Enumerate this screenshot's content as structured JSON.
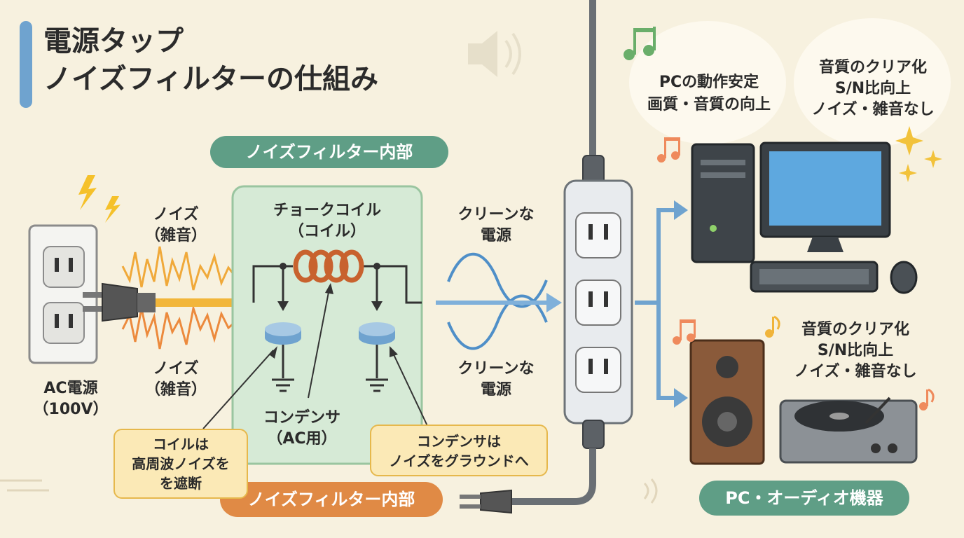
{
  "title_line1": "電源タップ",
  "title_line2": "ノイズフィルターの仕組み",
  "filter_header": "ノイズフィルター内部",
  "filter_footer": "ノイズフィルター内部",
  "noise_top_1": "ノイズ",
  "noise_top_2": "（雑音）",
  "noise_bottom_1": "ノイズ",
  "noise_bottom_2": "（雑音）",
  "ac_source_1": "AC電源",
  "ac_source_2": "（100V）",
  "choke_1": "チョークコイル",
  "choke_2": "（コイル）",
  "capacitor_1": "コンデンサ",
  "capacitor_2": "（AC用）",
  "clean_top_1": "クリーンな",
  "clean_top_2": "電源",
  "clean_bottom_1": "クリーンな",
  "clean_bottom_2": "電源",
  "note_coil_1": "コイルは",
  "note_coil_2": "高周波ノイズを",
  "note_coil_3": "を遮断",
  "note_cap_1": "コンデンサは",
  "note_cap_2": "ノイズをグラウンドへ",
  "pc_benefit_1": "PCの動作安定",
  "pc_benefit_2": "画質・音質の向上",
  "audio_benefit_top_1": "音質のクリア化",
  "audio_benefit_top_2": "S/N比向上",
  "audio_benefit_top_3": "ノイズ・雑音なし",
  "audio_benefit_bottom_1": "音質のクリア化",
  "audio_benefit_bottom_2": "S/N比向上",
  "audio_benefit_bottom_3": "ノイズ・雑音なし",
  "devices_label": "PC・オーディオ機器",
  "colors": {
    "background": "#f7f1df",
    "accent_blue": "#6fa3cf",
    "filter_green": "#5f9e86",
    "filter_box": "#d6ead6",
    "footer_orange": "#e08a45",
    "note_yellow": "#fbe9b6",
    "wave_blue": "#4f8fc8",
    "noise_orange": "#f0a93a"
  }
}
